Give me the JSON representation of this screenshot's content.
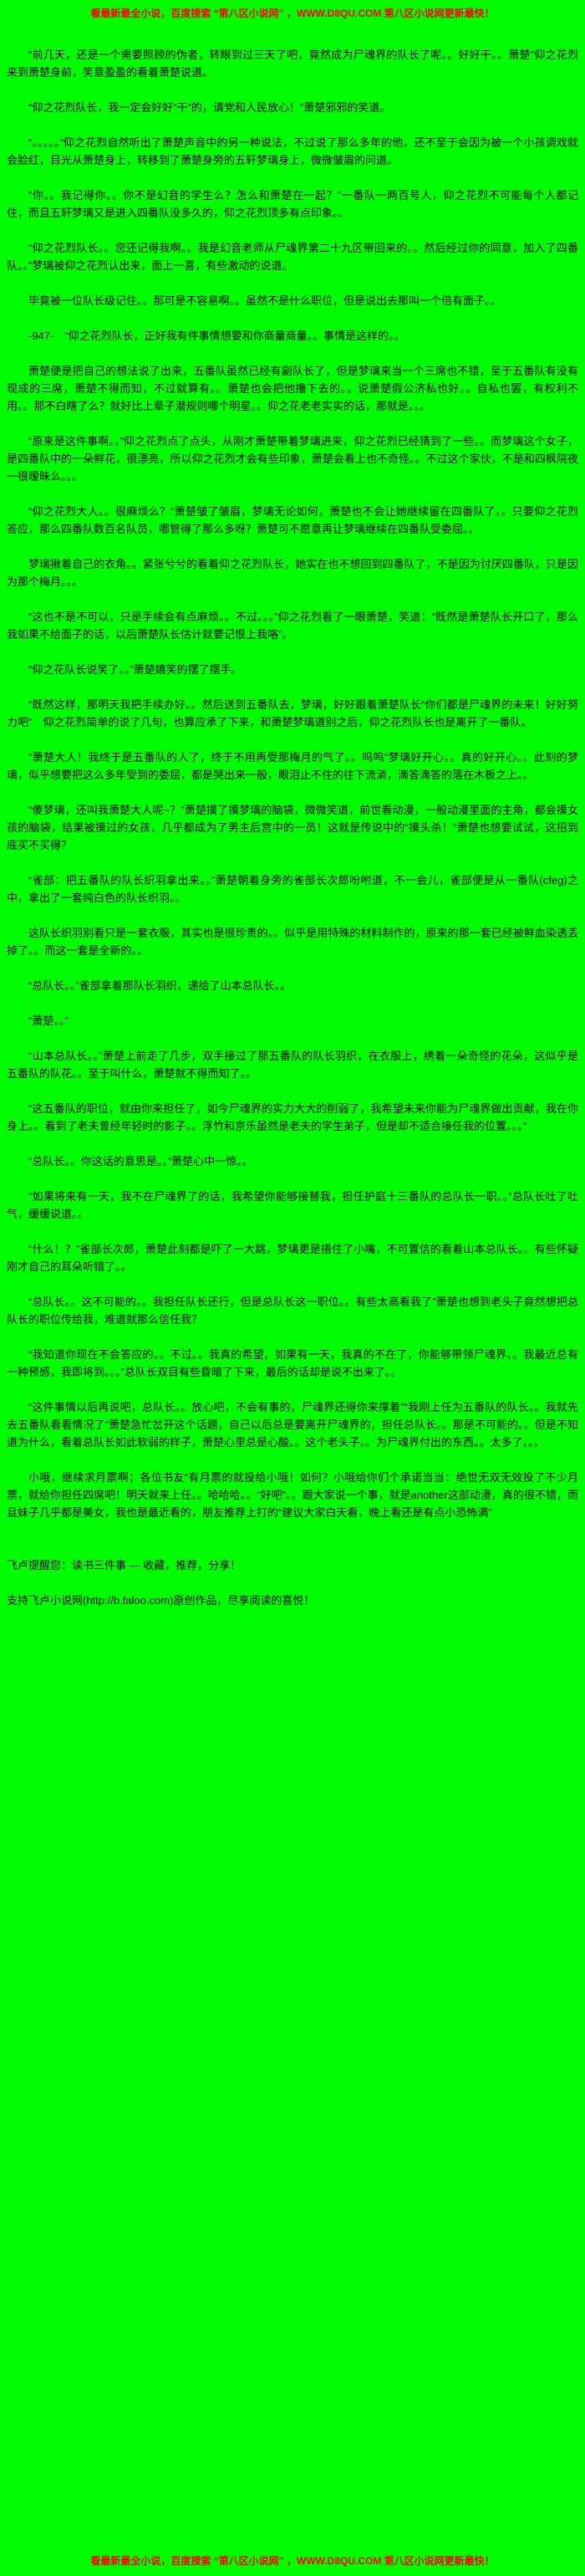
{
  "page": {
    "bg_color": "#00fd00",
    "banner_color": "#ff0000",
    "text_color": "#000000"
  },
  "top_banner": {
    "text": "看最新最全小说，百度搜索 “第八区小说网” ，WWW.D8QU.COM 第八区小说网更新最快！"
  },
  "bottom_banner": {
    "text": "看最新最全小说，百度搜索 “第八区小说网” ，WWW.D8QU.COM 第八区小说网更新最快！"
  },
  "content": {
    "page_marker": "-947-",
    "paragraphs": [
      "“前几天，还是一个需要照顾的伪者，转眼到过三天了吧，竟然成为尸魂界的队长了呢。。好好干。。萧楚”仰之花烈来到萧楚身前，笑意盈盈的看着萧楚说道。",
      "“仰之花烈队长，我一定会好好“干”的，请党和人民放心！”萧楚邪邪的笑道。",
      "“。。。。。”仰之花烈自然听出了萧楚声音中的另一种说法，不过说了那么多年的他，还不至于会因为被一个小孩调戏就会脸红，目光从萧楚身上，转移到了萧楚身旁的五轩梦璃身上，微微皱眉的问道。",
      "“你。。我记得你。。你不是幻音的学生么？怎么和萧楚在一起？”一番队一两百号人，仰之花烈不可能每个人都记住，而且五轩梦璃又是进入四番队没多久的，仰之花烈顶多有点印象。。",
      "“仰之花烈队长。。您还记得我啊。。我是幻音老师从尸魂界第二十九区带回来的。。然后经过你的同意，加入了四番队。。”梦璃被仰之花烈认出来，面上一喜，有些激动的说道。",
      "毕竟被一位队长级记住。。那可是不容易啊。。虽然不是什么职位，但是说出去那叫一个倍有面子。。",
      "-947-　“仰之花烈队长，正好我有件事情想要和你商量商量。。事情是这样的。。",
      "萧楚便是把自己的想法说了出来，五番队虽然已经有副队长了，但是梦璃来当一个三席也不错，至于五番队有没有现成的三席，萧楚不得而知，不过就算有。。萧楚也会把他撸下去的。。说萧楚假公济私也好。。自私也罢，有权利不用。。那不白瞎了么？就好比上辈子潜规则哪个明星。。仰之花老老实实的话，那就是。。。",
      "“原来是这件事啊。。”仰之花烈点了点头，从刚才萧楚带着梦璃进来，仰之花烈已经猜到了一些。。而梦璃这个女子，是四番队中的一朵鲜花，很漂亮，所以仰之花烈才会有些印象，萧楚会看上也不奇怪。。不过这个家伙，不是和四枫院夜一很暧昧么。。。",
      "“仰之花烈大人。。很麻烦么？”萧楚皱了皱眉，梦璃无论如何，萧楚也不会让她继续留在四番队了。。只要仰之花烈答应，那么四番队数百名队员，哪管得了那么多呀？萧楚可不愿意再让梦璃继续在四番队受委屈。。",
      "梦璃揪着自己的衣角。。紧张兮兮的看着仰之花烈队长，她实在也不想回到四番队了，不是因为讨厌四番队，只是因为那个梅月。。。",
      "“这也不是不可以，只是手续会有点麻烦。。不过。。。”仰之花烈看了一眼萧楚，笑道：“既然是萧楚队长开口了，那么我如果不给面子的话，以后萧楚队长估计就要记恨上我咯”。",
      "“仰之花队长说笑了。。”萧楚嬉笑的摆了摆手。",
      "“既然这样，那明天我把手续办好。。然后送到五番队去，梦璃，好好跟着萧楚队长“你们都是尸魂界的未来！好好努力吧”　仰之花烈简单的说了几句，也算应承了下来，和萧楚梦璃道别之后，仰之花烈队长也是离开了一番队。",
      "“萧楚大人！我终于是五番队的人了，终于不用再受那梅月的气了。。呜呜”梦璃好开心。。真的好开心。。此刻的梦璃，似乎想要把这么多年受到的委屈，都是哭出来一般，眼泪止不住的往下流淌，滴答滴答的落在木板之上。。",
      "“傻梦璃，还叫我萧楚大人呢~？”萧楚摸了摸梦璃的脑袋，微微笑道，前世看动漫，一般动漫里面的主角，都会摸女孩的脑袋，结果被摸过的女孩，几乎都成为了男主后宫中的一员！这就是传说中的“摸头杀！”萧楚也想要试试，这招到底买不买得？",
      "“雀部：把五番队的队长织羽拿出来。。”萧楚朝着身旁的雀部长次郎吩咐道，不一会儿，雀部便是从一番队(cfeg)之中，拿出了一套纯白色的队长织羽。。",
      "这队长织羽别看只是一套衣服，其实也是很珍贵的。。似乎是用特殊的材料制作的，原来的那一套已经被鲜血染透丢掉了。。而这一套是全新的。。",
      "“总队长。。”雀部拿着那队长羽织，递给了山本总队长。。",
      "“萧楚。。”",
      "“山本总队长。。”萧楚上前走了几步，双手接过了那五番队的队长羽织，在衣服上，绣着一朵奇怪的花朵，这似乎是五番队的队花。。至于叫什么，萧楚就不得而知了。。",
      "“这五番队的职位，就由你来担任了，如今尸魂界的实力大大的削弱了，我希望未来你能为尸魂界做出贡献，我在你身上。。看到了老夫曾经年轻时的影子。。浮竹和京乐虽然是老夫的学生弟子，但是却不适合接任我的位置。。。”",
      "“总队长。。你这话的意思是。。”萧楚心中一惊。。",
      "“如果将来有一天，我不在尸魂界了的话，我希望你能够接替我，担任护庭十三番队的总队长一职。。”总队长吐了吐气，缓缓说道。。",
      "“什么！？”雀部长次郎，萧楚此刻都是吓了一大跳，梦璃更是捂住了小嘴，不可置信的看着山本总队长。。有些怀疑刚才自己的耳朵听错了。。",
      "“总队长。。这不可能的。。我担任队长还行，但是总队长这一职位。。有些太高看我了”萧楚也想到老头子竟然想把总队长的职位传给我，难道就那么信任我？",
      "“我知道你现在不会答应的。。不过。。我真的希望，如果有一天，我真的不在了，你能够带领尸魂界。。我最近总有一种预感，我即将到。。。”总队长双目有些昏暗了下来，最后的话却是说不出来了。。",
      "“这件事情以后再说吧，总队长。。放心吧，不会有事的，尸魂界还得你来撑着”“我刚上任为五番队的队长。。我就先去五番队看看情况了”萧楚急忙岔开这个话题，自己以后总是要离开尸魂界的，担任总队长。。那是不可能的。。但是不知道为什么，看着总队长如此软弱的样子，萧楚心里总是心酸。。这个老头子。。为尸魂界付出的东西。。太多了。。。",
      "小哦，继续求月票啊；各位书友“有月票的就投给小哦！如何？小哦给你们个承诺当当：绝世无双无效投了不少月票，就给你担任四席吧！明天就来上任。。哈哈哈。。“好吧”。。跟大家说一个事，就是another这部动漫，真的很不错，而且妹子几乎都是美女，我也是最近看的，朋友推荐上打的“建议大家白天看，晚上看还是有点小恐怖满”"
    ]
  },
  "footer": {
    "reminder": "飞卢提醒您：读书三件事 — 收藏，推荐，分享！",
    "support": "支持飞卢小说网(http://b.faloo.com)原创作品，尽享阅读的喜悦！"
  }
}
